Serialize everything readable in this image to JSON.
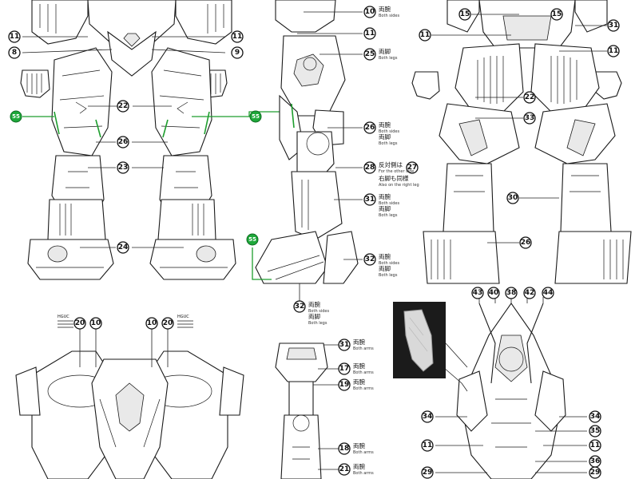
{
  "callouts": {
    "c10a": "10",
    "c11a": "11",
    "c11b": "11",
    "c8": "8",
    "c9": "9",
    "c22": "22",
    "c26a": "26",
    "c23": "23",
    "c24": "24",
    "c25": "25",
    "c26b": "26",
    "c28": "28",
    "c27": "27",
    "c31a": "31",
    "c32a": "32",
    "c32b": "32",
    "c15a": "15",
    "c15b": "15",
    "c31b": "31",
    "c11c": "11",
    "c11d": "11",
    "c22b": "22",
    "c33": "33",
    "c30": "30",
    "c26c": "26",
    "c20a": "20",
    "c10b": "10",
    "c10c": "10",
    "c20b": "20",
    "c31c": "31",
    "c17": "17",
    "c19": "19",
    "c18": "18",
    "c21": "21",
    "c43": "43",
    "c40": "40",
    "c38": "38",
    "c42": "42",
    "c44": "44",
    "c34a": "34",
    "c34b": "34",
    "c35": "35",
    "c11e": "11",
    "c11f": "11",
    "c36": "36",
    "c29a": "29",
    "c29b": "29"
  },
  "green_marker": "55",
  "notes": {
    "both_sides_cn": "両腕",
    "both_sides_en": "Both sides",
    "both_legs_cn": "両脚",
    "both_legs_en": "Both legs",
    "both_arms_cn": "両腕",
    "both_arms_en": "Both arms",
    "other_side_cn": "反対側は",
    "other_side_en": "For the other side,",
    "right_leg_cn": "右脚も同様",
    "right_leg_en": "Also on the right leg"
  },
  "stamps": {
    "stamp_left": "HGUC",
    "stamp_right": "HGUC"
  },
  "colors": {
    "line": "#1a1a1a",
    "green_accent": "#1e9e2e",
    "photo_background": "#1b1b1b"
  },
  "icons": {
    "green_marker": "green-circle-marker",
    "photo_inset": "clear-part-photo"
  }
}
